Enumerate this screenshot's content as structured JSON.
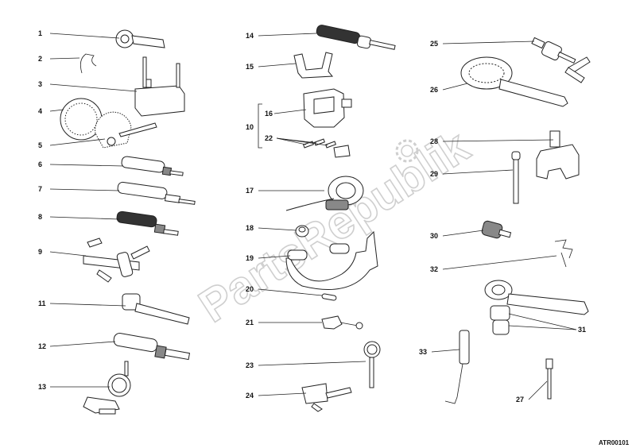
{
  "watermark": "PartsRepublik",
  "drawing_code": "ATR00101",
  "callouts": [
    "1",
    "2",
    "3",
    "4",
    "5",
    "6",
    "7",
    "8",
    "9",
    "10",
    "11",
    "12",
    "13",
    "14",
    "15",
    "16",
    "17",
    "18",
    "19",
    "20",
    "21",
    "22",
    "23",
    "24",
    "25",
    "26",
    "27",
    "28",
    "29",
    "30",
    "31",
    "32",
    "33"
  ],
  "icons": {
    "watermark_gear": "gear-icon"
  }
}
